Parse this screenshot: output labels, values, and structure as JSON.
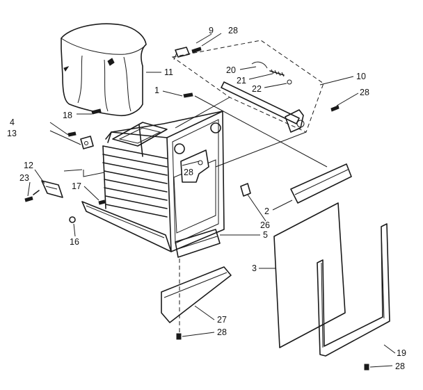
{
  "callouts": [
    {
      "id": "c9",
      "text": "9"
    },
    {
      "id": "c28a",
      "text": "28"
    },
    {
      "id": "c11",
      "text": "11"
    },
    {
      "id": "c10",
      "text": "10"
    },
    {
      "id": "c20",
      "text": "20"
    },
    {
      "id": "c21",
      "text": "21"
    },
    {
      "id": "c22",
      "text": "22"
    },
    {
      "id": "c28b",
      "text": "28"
    },
    {
      "id": "c1",
      "text": "1"
    },
    {
      "id": "c18",
      "text": "18"
    },
    {
      "id": "c4",
      "text": "4"
    },
    {
      "id": "c13",
      "text": "13"
    },
    {
      "id": "c28c",
      "text": "28"
    },
    {
      "id": "c12",
      "text": "12"
    },
    {
      "id": "c23",
      "text": "23"
    },
    {
      "id": "c17",
      "text": "17"
    },
    {
      "id": "c16",
      "text": "16"
    },
    {
      "id": "c2",
      "text": "2"
    },
    {
      "id": "c26",
      "text": "26"
    },
    {
      "id": "c5",
      "text": "5"
    },
    {
      "id": "c3",
      "text": "3"
    },
    {
      "id": "c27",
      "text": "27"
    },
    {
      "id": "c28d",
      "text": "28"
    },
    {
      "id": "c19",
      "text": "19"
    },
    {
      "id": "c28e",
      "text": "28"
    }
  ]
}
